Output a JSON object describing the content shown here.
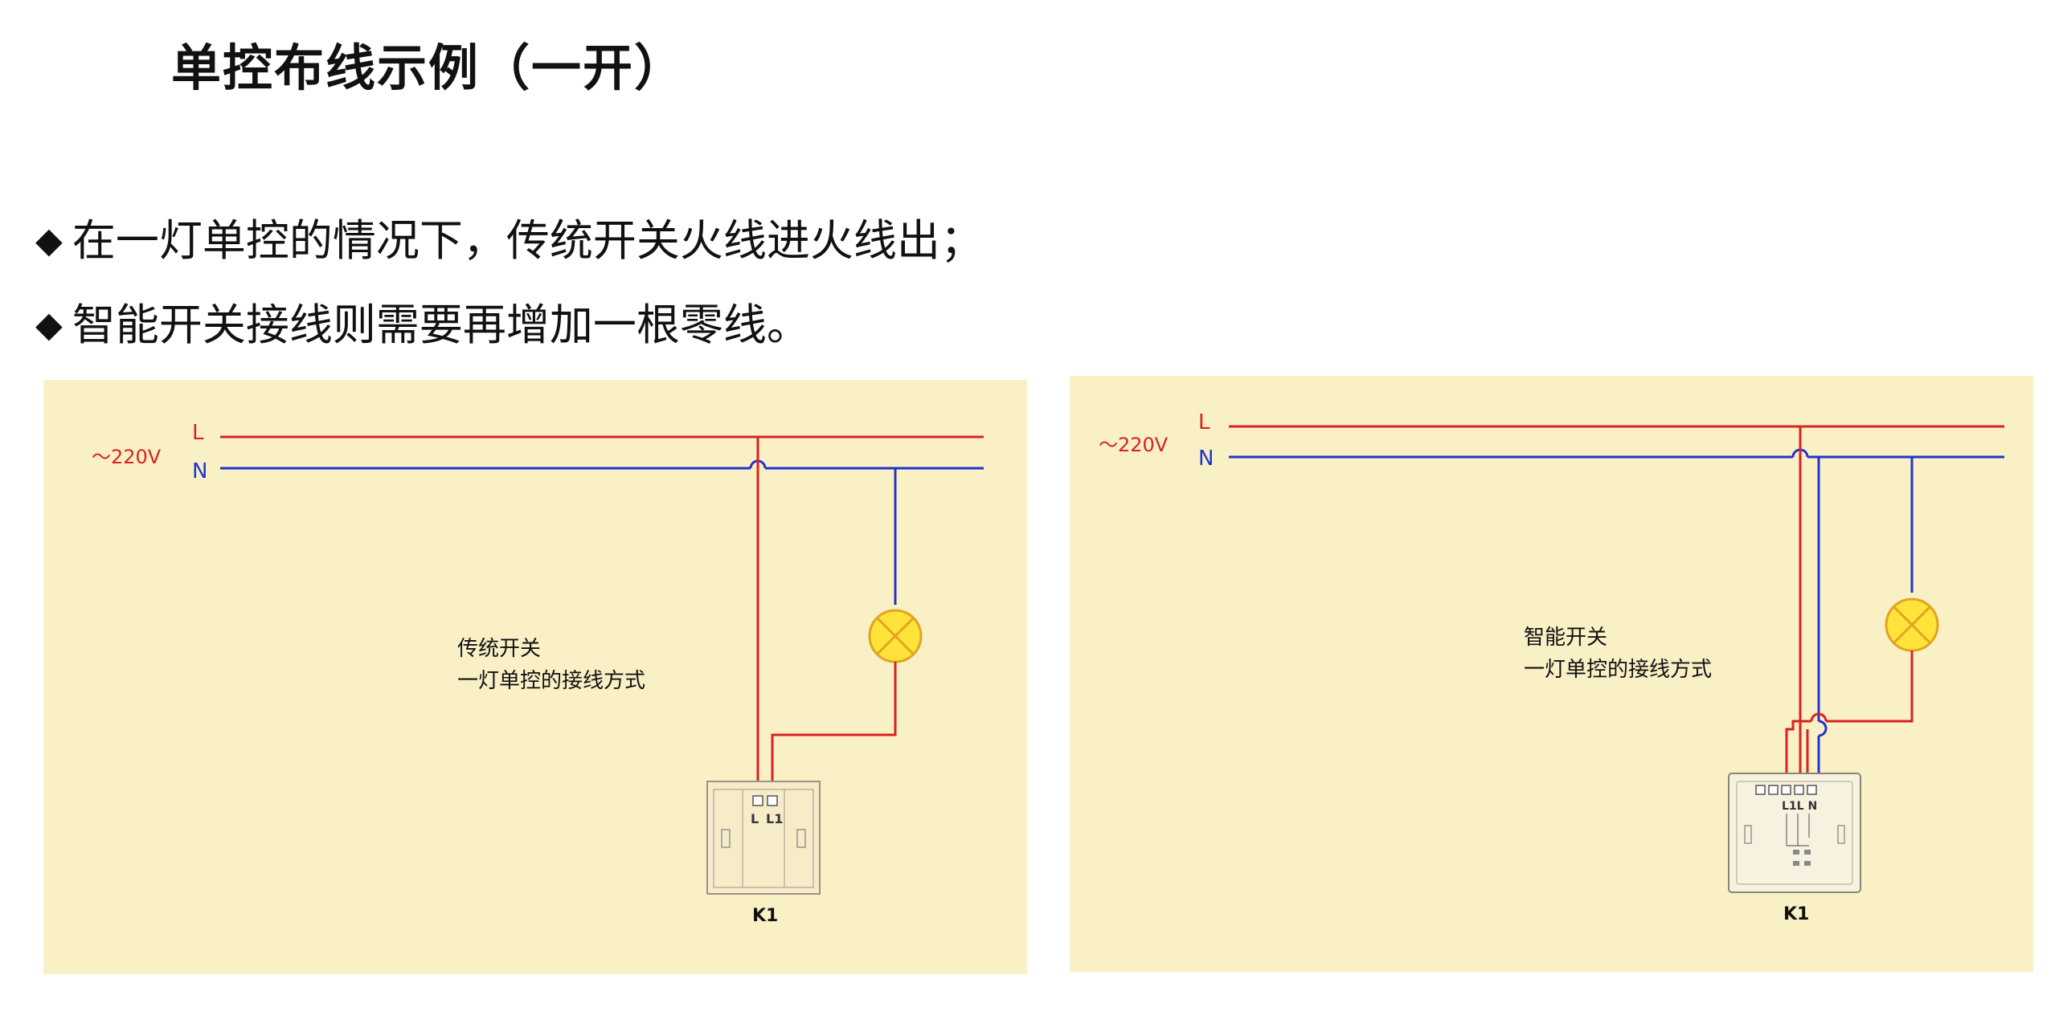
{
  "title": "单控布线示例（一开）",
  "bullets": [
    "在一灯单控的情况下，传统开关火线进火线出；",
    "智能开关接线则需要再增加一根零线。"
  ],
  "colors": {
    "live_wire": "#d8231f",
    "neutral_wire": "#2233cc",
    "panel_background": "#faf0c6",
    "lamp_fill": "#ffe23a",
    "lamp_stroke": "#e0a520"
  },
  "left_diagram": {
    "voltage": "～220V",
    "line_l": "L",
    "line_n": "N",
    "caption_line1": "传统开关",
    "caption_line2": "一灯单控的接线方式",
    "terminal_l": "L",
    "terminal_l1": "L1",
    "switch_label": "K1",
    "lamp_icon": "lamp-icon"
  },
  "right_diagram": {
    "voltage": "～220V",
    "line_l": "L",
    "line_n": "N",
    "caption_line1": "智能开关",
    "caption_line2": "一灯单控的接线方式",
    "terminal_labels": "L1L N",
    "switch_label": "K1",
    "lamp_icon": "lamp-icon"
  }
}
